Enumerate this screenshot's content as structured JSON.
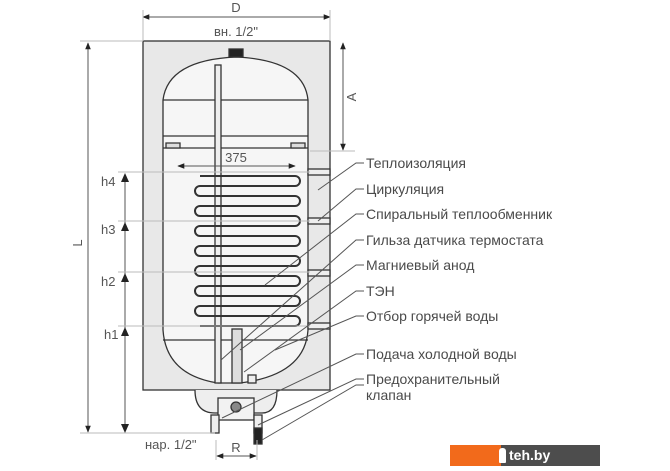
{
  "dimensions": {
    "D": "D",
    "top_thread": "вн. 1/2\"",
    "A": "A",
    "L": "L",
    "coil_width": "375",
    "h4": "h4",
    "h3": "h3",
    "h2": "h2",
    "h1": "h1",
    "bottom_thread": "нар. 1/2\"",
    "R": "R"
  },
  "labels": [
    "Теплоизоляция",
    "Циркуляция",
    "Спиральный теплообменник",
    "Гильза датчика термостата",
    "Магниевый анод",
    "ТЭН",
    "Отбор горячей воды",
    "Подача холодной воды",
    "Предохранительный",
    "клапан"
  ],
  "watermark": "teh.by",
  "colors": {
    "line": "#333333",
    "insulation": "#e6e6e6",
    "logo_orange": "#f26a1b",
    "logo_gray": "#4d4d4d"
  }
}
